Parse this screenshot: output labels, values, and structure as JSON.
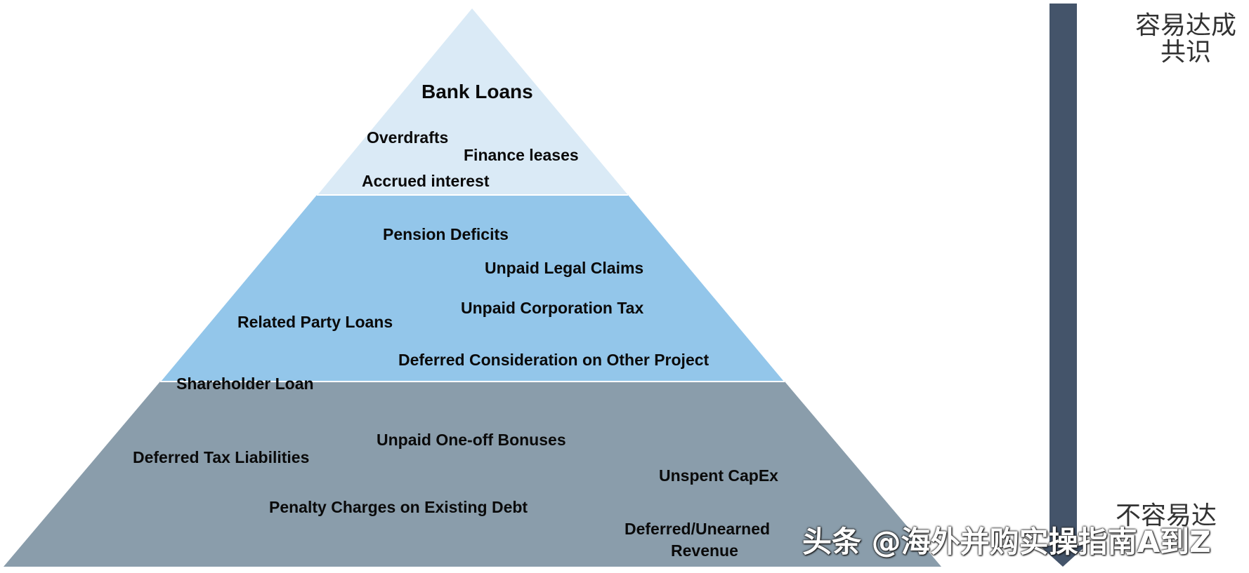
{
  "tiers": [
    {
      "id": "top",
      "color": "#DAEAF6",
      "labels": [
        "Bank Loans",
        "Overdrafts",
        "Finance leases",
        "Accrued interest"
      ]
    },
    {
      "id": "middle",
      "color": "#93C6EA",
      "labels": [
        "Pension Deficits",
        "Unpaid Legal Claims",
        "Unpaid Corporation Tax",
        "Related Party  Loans",
        "Deferred Consideration on Other Project"
      ]
    },
    {
      "id": "bottom",
      "color": "#8A9DAB",
      "labels": [
        "Shareholder Loan",
        "Unpaid One-off Bonuses",
        "Deferred Tax Liabilities",
        "Unspent CapEx",
        "Penalty Charges on Existing Debt",
        "Deferred/Unearned",
        "Revenue"
      ]
    }
  ],
  "arrow": {
    "color": "#44546A",
    "top_label_lines": [
      "容易达成",
      "共识"
    ],
    "bottom_label_lines": [
      "不容易达"
    ]
  },
  "watermark": "头条 @海外并购实操指南A到Z"
}
